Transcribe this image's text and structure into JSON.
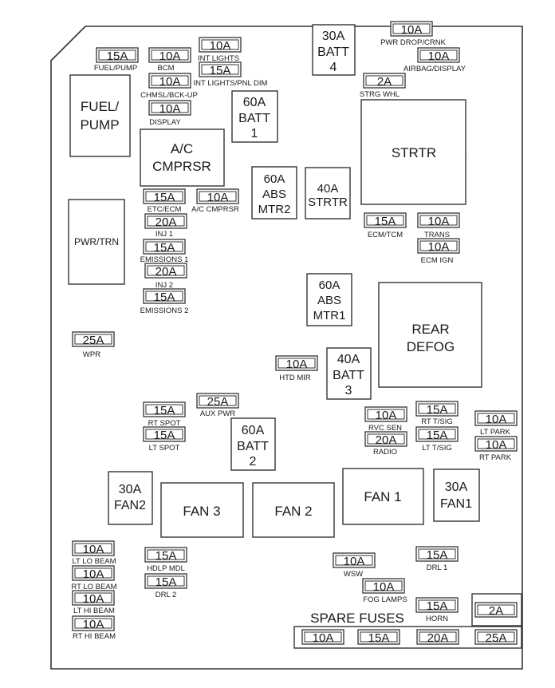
{
  "colors": {
    "line": "#333333",
    "highlight": "#ffff33"
  },
  "fuses": {
    "fuel_pump": {
      "rating": "15A",
      "label": "FUEL/PUMP"
    },
    "bcm": {
      "rating": "10A",
      "label": "BCM"
    },
    "int_lights": {
      "rating": "10A",
      "label": "INT LIGHTS"
    },
    "int_lights_pnl_dim": {
      "rating": "15A",
      "label": "INT LIGHTS/PNL DIM"
    },
    "chmsl_bck_up": {
      "rating": "10A",
      "label": "CHMSL/BCK-UP"
    },
    "display": {
      "rating": "10A",
      "label": "DISPLAY"
    },
    "pwr_drop_crnk": {
      "rating": "10A",
      "label": "PWR DROP/CRNK"
    },
    "airbag_display": {
      "rating": "10A",
      "label": "AIRBAG/DISPLAY"
    },
    "strg_whl": {
      "rating": "2A",
      "label": "STRG WHL"
    },
    "etc_ecm": {
      "rating": "15A",
      "label": "ETC/ECM"
    },
    "ac_cmprsr": {
      "rating": "10A",
      "label": "A/C CMPRSR"
    },
    "inj_1": {
      "rating": "20A",
      "label": "INJ 1"
    },
    "emissions_1": {
      "rating": "15A",
      "label": "EMISSIONS 1"
    },
    "inj_2": {
      "rating": "20A",
      "label": "INJ 2"
    },
    "emissions_2": {
      "rating": "15A",
      "label": "EMISSIONS 2"
    },
    "ecm_tcm": {
      "rating": "15A",
      "label": "ECM/TCM"
    },
    "trans": {
      "rating": "10A",
      "label": "TRANS"
    },
    "ecm_ign": {
      "rating": "10A",
      "label": "ECM IGN"
    },
    "wpr": {
      "rating": "25A",
      "label": "WPR"
    },
    "htd_mir": {
      "rating": "10A",
      "label": "HTD MIR"
    },
    "rt_spot": {
      "rating": "15A",
      "label": "RT SPOT"
    },
    "lt_spot": {
      "rating": "15A",
      "label": "LT SPOT"
    },
    "aux_pwr": {
      "rating": "25A",
      "label": "AUX PWR"
    },
    "rvc_sen": {
      "rating": "10A",
      "label": "RVC SEN"
    },
    "radio": {
      "rating": "20A",
      "label": "RADIO"
    },
    "rt_tsig": {
      "rating": "15A",
      "label": "RT T/SIG"
    },
    "lt_tsig": {
      "rating": "15A",
      "label": "LT T/SIG"
    },
    "lt_park": {
      "rating": "10A",
      "label": "LT PARK"
    },
    "rt_park": {
      "rating": "10A",
      "label": "RT PARK"
    },
    "lt_lo_beam": {
      "rating": "10A",
      "label": "LT LO BEAM"
    },
    "rt_lo_beam": {
      "rating": "10A",
      "label": "RT LO BEAM"
    },
    "lt_hi_beam": {
      "rating": "10A",
      "label": "LT HI BEAM"
    },
    "rt_hi_beam": {
      "rating": "10A",
      "label": "RT HI BEAM"
    },
    "hdlp_mdl": {
      "rating": "15A",
      "label": "HDLP MDL"
    },
    "drl_2": {
      "rating": "15A",
      "label": "DRL 2"
    },
    "wsw": {
      "rating": "10A",
      "label": "WSW"
    },
    "fog_lamps": {
      "rating": "10A",
      "label": "FOG LAMPS"
    },
    "drl_1": {
      "rating": "15A",
      "label": "DRL 1"
    },
    "horn": {
      "rating": "15A",
      "label": "HORN"
    }
  },
  "spare": {
    "title": "SPARE FUSES",
    "small": "2A",
    "ratings": [
      "10A",
      "15A",
      "20A",
      "25A"
    ]
  },
  "relays": {
    "fuel_pump": [
      "FUEL/",
      "PUMP"
    ],
    "ac_cmprsr": [
      "A/C",
      "CMPRSR"
    ],
    "pwr_trn": [
      "PWR/TRN"
    ],
    "strtr": [
      "STRTR"
    ],
    "rear_defog": [
      "REAR",
      "DEFOG"
    ],
    "fan1": [
      "FAN 1"
    ],
    "fan2": [
      "FAN 2"
    ],
    "fan3": [
      "FAN 3"
    ]
  },
  "maxi": {
    "batt4": [
      "30A",
      "BATT",
      "4"
    ],
    "batt1": [
      "60A",
      "BATT",
      "1"
    ],
    "abs_mtr2": [
      "60A",
      "ABS",
      "MTR2"
    ],
    "strtr_40": [
      "40A",
      "STRTR"
    ],
    "abs_mtr1": [
      "60A",
      "ABS",
      "MTR1"
    ],
    "batt3": [
      "40A",
      "BATT",
      "3"
    ],
    "batt2": [
      "60A",
      "BATT",
      "2"
    ],
    "fan2_30": [
      "30A",
      "FAN2"
    ],
    "fan1_30": [
      "30A",
      "FAN1"
    ]
  }
}
